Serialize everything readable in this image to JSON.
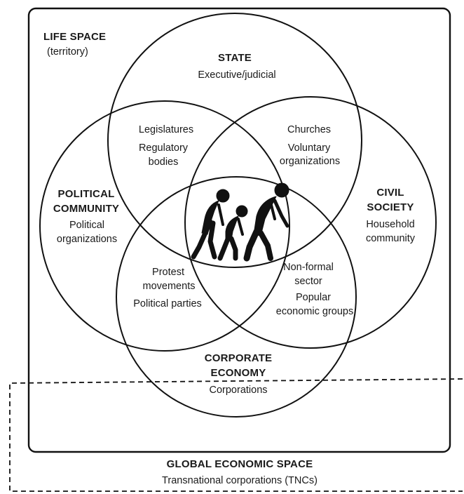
{
  "life_space": {
    "title": "LIFE SPACE",
    "subtitle": "(territory)"
  },
  "state": {
    "title": "STATE",
    "subtitle": "Executive/judicial"
  },
  "political_community": {
    "title_line1": "POLITICAL",
    "title_line2": "COMMUNITY",
    "sub_line1": "Political",
    "sub_line2": "organizations"
  },
  "civil_society": {
    "title_line1": "CIVIL",
    "title_line2": "SOCIETY",
    "sub_line1": "Household",
    "sub_line2": "community"
  },
  "corporate_economy": {
    "title_line1": "CORPORATE",
    "title_line2": "ECONOMY",
    "subtitle": "Corporations"
  },
  "overlaps": {
    "state_political": {
      "line1": "Legislatures",
      "line2": "Regulatory",
      "line3": "bodies"
    },
    "state_civil": {
      "line1": "Churches",
      "line2": "Voluntary",
      "line3": "organizations"
    },
    "political_economy": {
      "line1": "Protest",
      "line2": "movements",
      "line3": "Political parties"
    },
    "civil_economy": {
      "line1": "Non-formal",
      "line2": "sector",
      "line3": "Popular",
      "line4": "economic groups"
    }
  },
  "global": {
    "title": "GLOBAL ECONOMIC SPACE",
    "subtitle": "Transnational corporations (TNCs)"
  }
}
